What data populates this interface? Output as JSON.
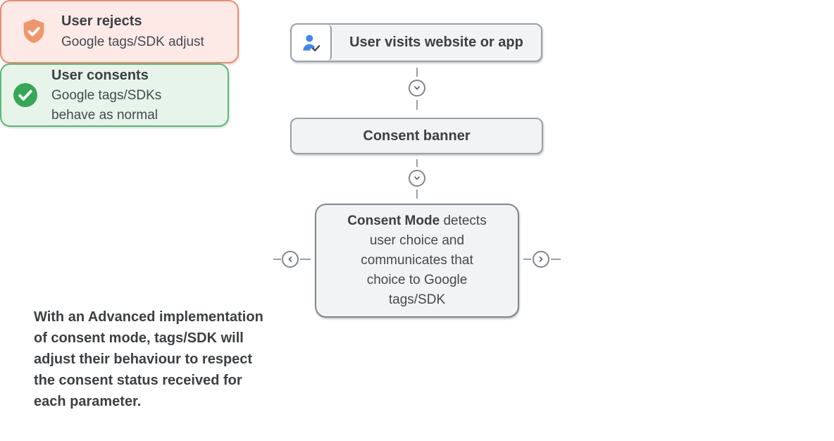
{
  "flow": {
    "user_visits": {
      "label": "User visits website or app",
      "icon": "person-check-icon"
    },
    "consent_banner": {
      "label": "Consent banner"
    },
    "consent_mode": {
      "bold": "Consent Mode",
      "line1_rest": " detects",
      "lines": [
        "user choice and",
        "communicates that",
        "choice to Google",
        "tags/SDK"
      ]
    },
    "user_rejects": {
      "title": "User rejects",
      "subtitle": "Google tags/SDK adjust",
      "icon": "shield-check-icon"
    },
    "user_consents": {
      "title": "User consents",
      "subtitle_lines": [
        "Google tags/SDKs",
        "behave as normal"
      ],
      "icon": "check-circle-icon"
    },
    "note_lines": [
      "With an Advanced implementation",
      "of consent mode, tags/SDK will",
      "adjust their behaviour to respect",
      "the consent status received for",
      "each parameter."
    ]
  },
  "colors": {
    "neutral_bg": "#f1f3f4",
    "neutral_border": "#9aa0a6",
    "center_border": "#80868b",
    "reject_bg": "#fdeae7",
    "reject_border": "#e78e70",
    "reject_icon_orange": "#f0966a",
    "consent_bg": "#e7f4ea",
    "consent_border": "#5bb974",
    "consent_icon_green": "#34a853",
    "person_icon_blue": "#4285f4",
    "connector_gray": "#9aa0a6",
    "text_dark": "#3c4043"
  }
}
